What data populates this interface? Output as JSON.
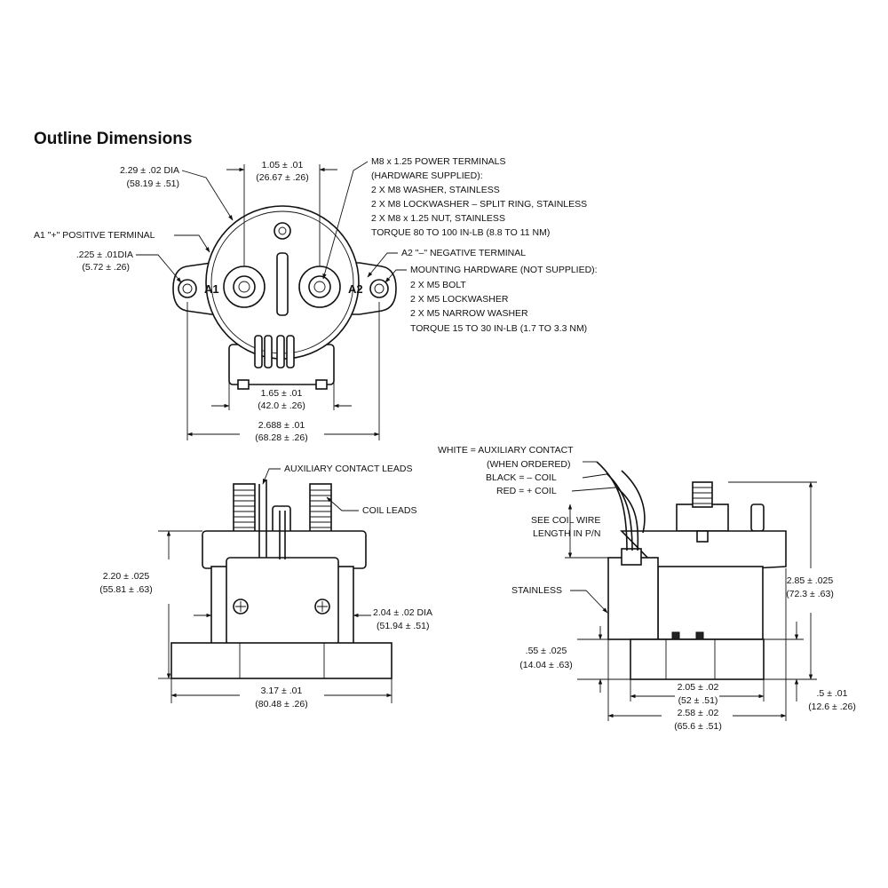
{
  "title": "Outline Dimensions",
  "top_view": {
    "body_dia": [
      "2.29 ± .02 DIA",
      "(58.19 ± .51)"
    ],
    "terminal_spacing": [
      "1.05 ± .01",
      "(26.67 ± .26)"
    ],
    "power_terminals": [
      "M8 x 1.25 POWER TERMINALS",
      "(HARDWARE SUPPLIED):",
      "2 X M8 WASHER, STAINLESS",
      "2 X M8 LOCKWASHER – SPLIT RING, STAINLESS",
      "2 X M8 x 1.25 NUT, STAINLESS",
      "TORQUE 80 TO 100 IN-LB (8.8 TO 11 NM)"
    ],
    "a1_label": "A1 \"+\" POSITIVE TERMINAL",
    "a2_label": "A2 \"–\" NEGATIVE TERMINAL",
    "mount_hole": [
      ".225 ± .01DIA",
      "(5.72 ± .26)"
    ],
    "mounting_hardware": [
      "MOUNTING HARDWARE (NOT SUPPLIED):",
      "2 X M5 BOLT",
      "2 X M5 LOCKWASHER",
      "2 X M5 NARROW WASHER",
      "TORQUE 15 TO 30 IN-LB (1.7 TO 3.3 NM)"
    ],
    "a1_mark": "A1",
    "a2_mark": "A2",
    "inner_width": [
      "1.65 ± .01",
      "(42.0 ± .26)"
    ],
    "overall_width": [
      "2.688 ± .01",
      "(68.28 ± .26)"
    ]
  },
  "front_view": {
    "aux_leads": "AUXILIARY CONTACT LEADS",
    "coil_leads": "COIL LEADS",
    "height": [
      "2.20 ± .025",
      "(55.81 ± .63)"
    ],
    "body_dia": [
      "2.04 ± .02 DIA",
      "(51.94 ± .51)"
    ],
    "base_width": [
      "3.17 ± .01",
      "(80.48 ± .26)"
    ]
  },
  "side_view": {
    "wire_legend": [
      "WHITE = AUXILIARY CONTACT",
      "(WHEN ORDERED)",
      "BLACK = – COIL",
      "RED = + COIL"
    ],
    "coil_wire_note": [
      "SEE COIL WIRE",
      "LENGTH IN P/N"
    ],
    "stainless": "STAINLESS",
    "height": [
      "2.85 ± .025",
      "(72.3 ± .63)"
    ],
    "base_height": [
      ".55 ± .025",
      "(14.04 ± .63)"
    ],
    "base_width": [
      "2.05 ± .02",
      "(52 ± .51)"
    ],
    "overall_width": [
      "2.58 ± .02",
      "(65.6 ± .51)"
    ],
    "foot_height": [
      ".5 ± .01",
      "(12.6 ± .26)"
    ]
  }
}
